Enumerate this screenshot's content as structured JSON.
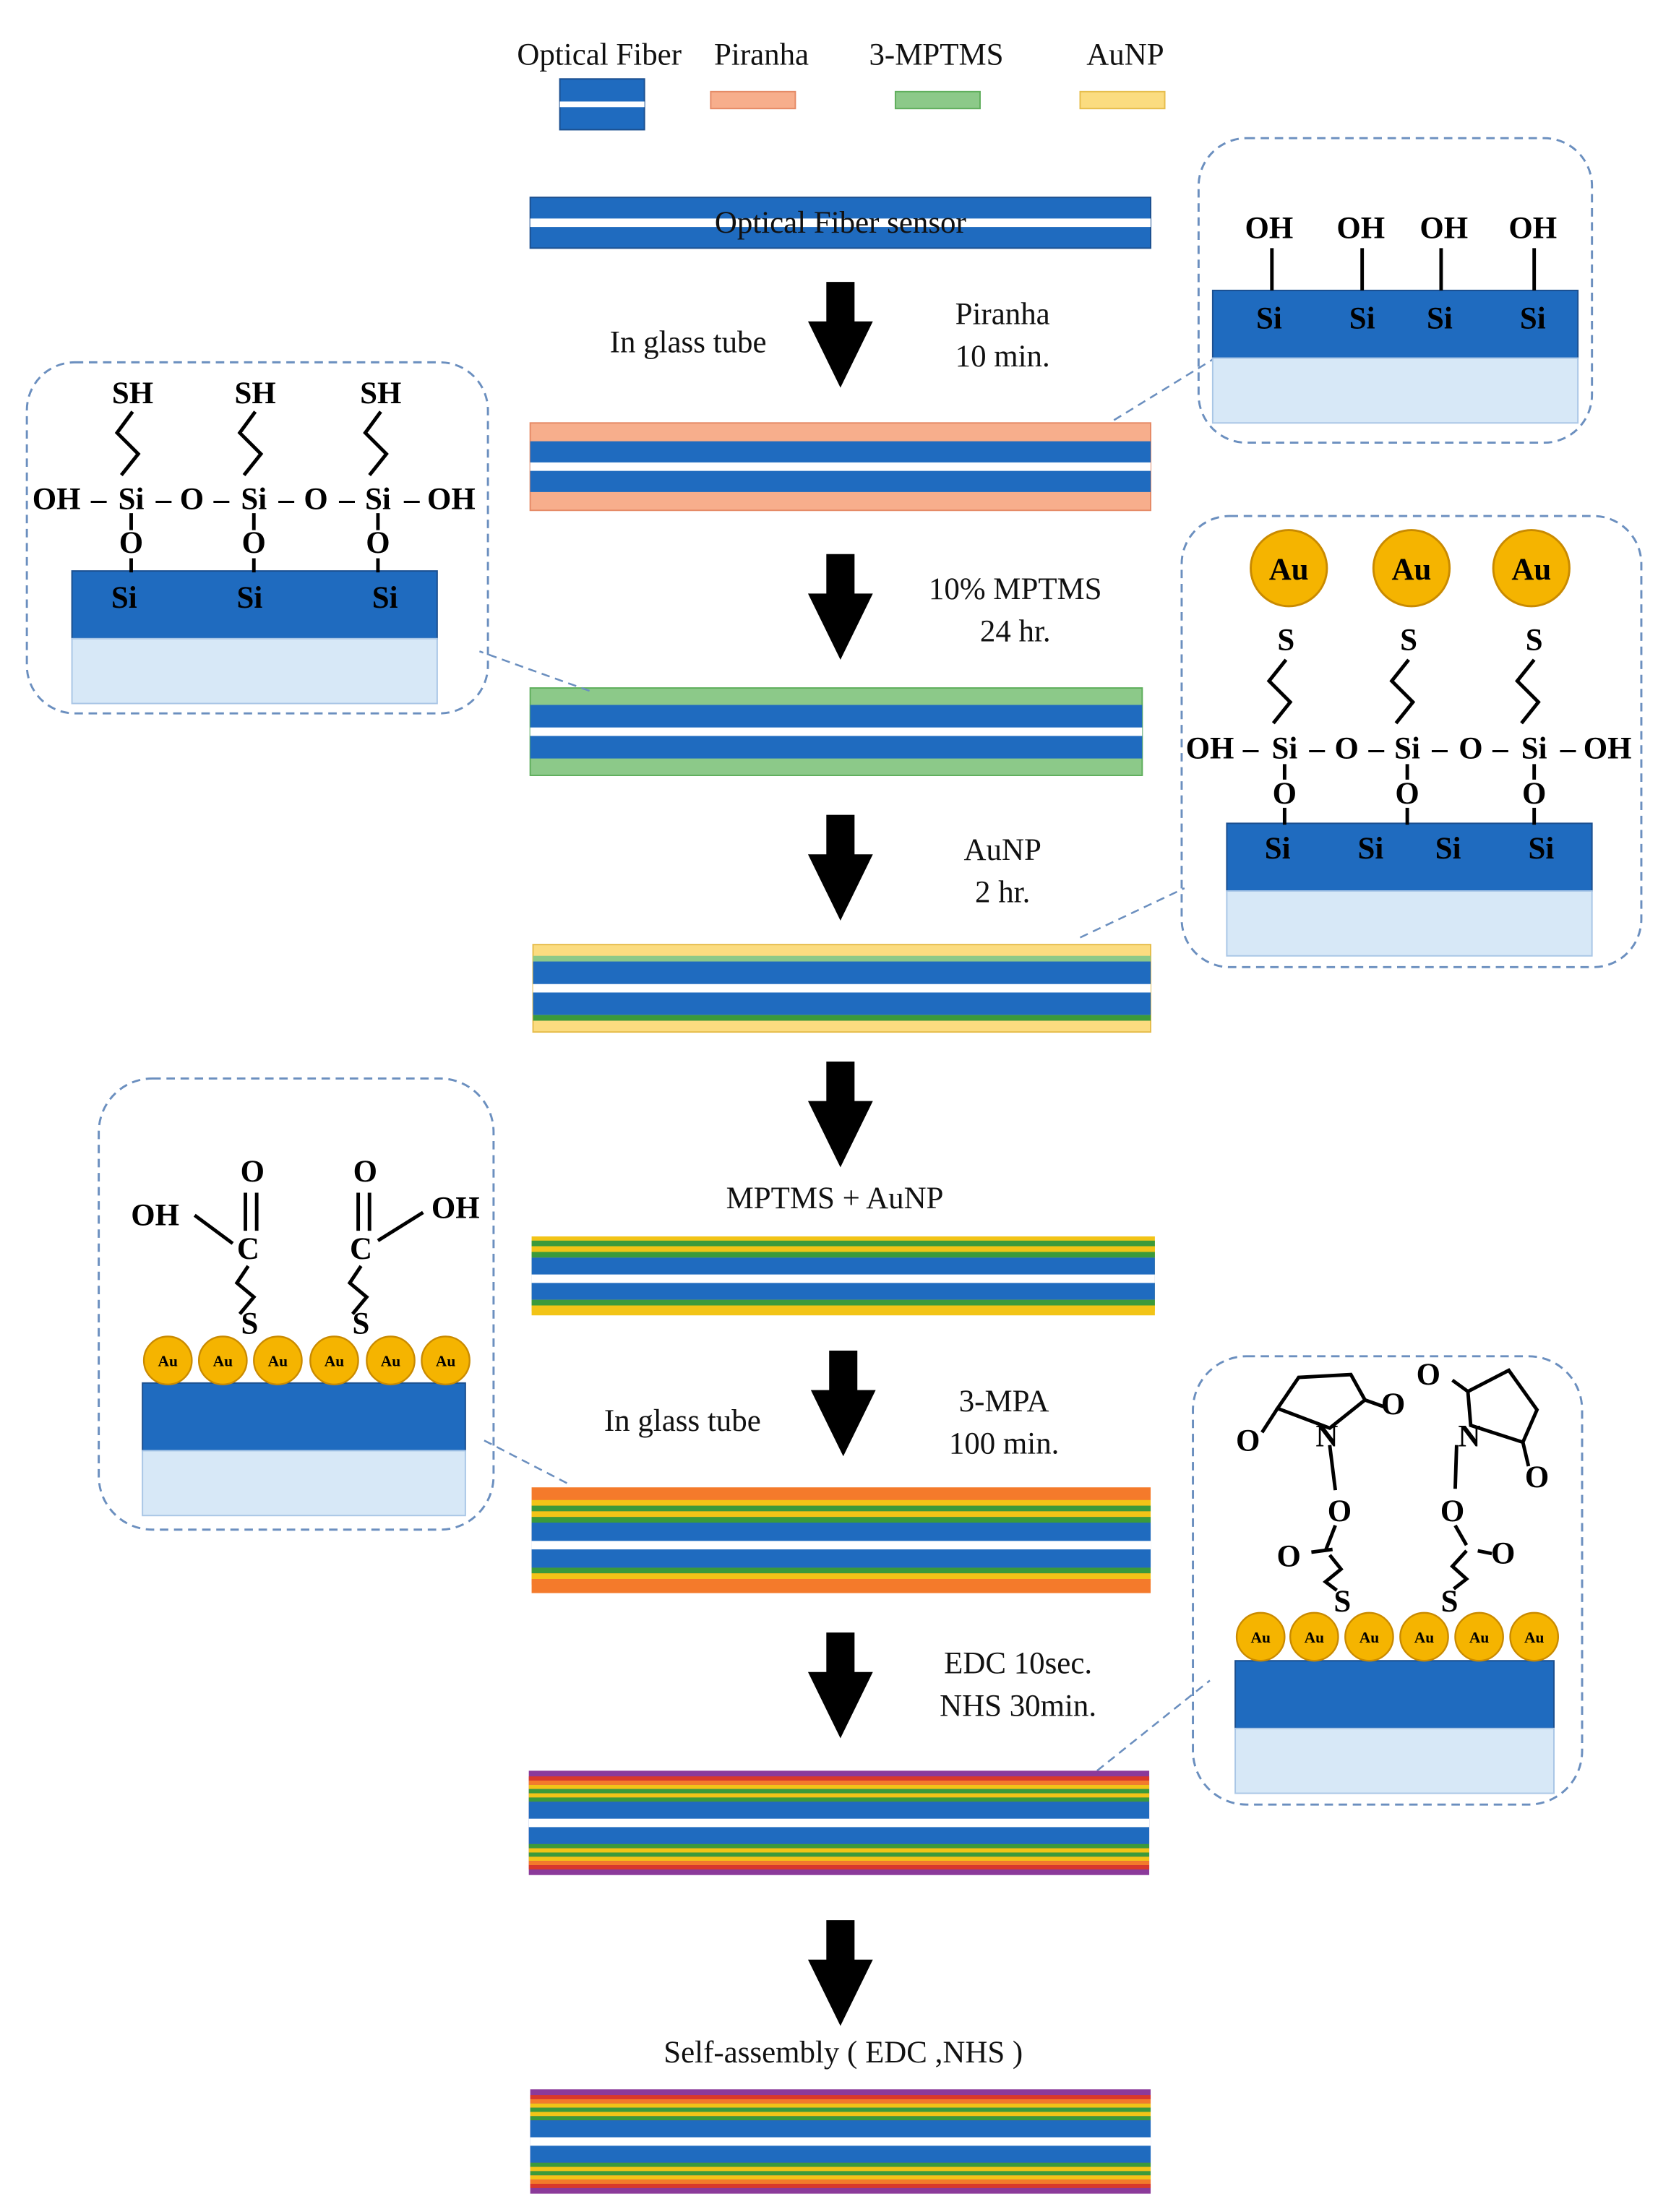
{
  "colors": {
    "fiber_blue": "#1f6bbf",
    "fiber_core": "#ffffff",
    "piranha": "#f7ae8c",
    "mptms": "#8cc989",
    "aunp": "#fbdc80",
    "au_ball": "#f5b400",
    "substrate_light": "#d7e8f7",
    "callout_border": "#6b8fbf",
    "mpa_orange": "#f47a2b",
    "purple": "#8b3a9a",
    "red": "#d9382b",
    "yellow": "#f2c417",
    "green": "#3b9a3b"
  },
  "legend": [
    {
      "label": "Optical Fiber"
    },
    {
      "label": "Piranha"
    },
    {
      "label": "3-MPTMS"
    },
    {
      "label": "AuNP"
    }
  ],
  "fiber_title": "Optical Fiber sensor",
  "steps": [
    {
      "left": "In glass tube",
      "right1": "Piranha",
      "right2": "10 min."
    },
    {
      "left": "",
      "right1": "10% MPTMS",
      "right2": "24 hr."
    },
    {
      "left": "",
      "right1": "AuNP",
      "right2": "2 hr."
    },
    {
      "center": "MPTMS + AuNP"
    },
    {
      "left": "In glass tube",
      "right1": "3-MPA",
      "right2": "100 min."
    },
    {
      "left": "",
      "right1": "EDC 10sec.",
      "right2": "NHS 30min."
    },
    {
      "center": "Self-assembly ( EDC ,NHS )"
    }
  ],
  "chem": {
    "OH": "OH",
    "Si": "Si",
    "SH": "SH",
    "O": "O",
    "S": "S",
    "C": "C",
    "N": "N",
    "Au": "Au",
    "dash": "–"
  }
}
